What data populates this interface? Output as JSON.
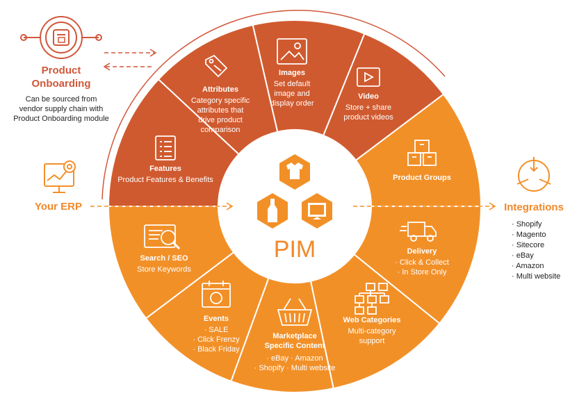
{
  "colors": {
    "dark_orange": "#d05a2f",
    "orange": "#f29028",
    "border": "#ffffff",
    "accent_text": "#f0892a",
    "onboarding_red": "#d0573a"
  },
  "center": {
    "label": "PIM",
    "icons": [
      "tshirt-icon",
      "bottle-icon",
      "tv-icon"
    ]
  },
  "segments": [
    {
      "id": "features",
      "title": "Features",
      "lines": [
        "Product Features & Benefits"
      ],
      "icon": "checklist-icon"
    },
    {
      "id": "attributes",
      "title": "Attributes",
      "lines": [
        "Category specific",
        "attributes that",
        "drive product",
        "comparison"
      ],
      "icon": "tags-icon"
    },
    {
      "id": "images",
      "title": "Images",
      "lines": [
        "Set default",
        "image and",
        "display order"
      ],
      "icon": "image-icon"
    },
    {
      "id": "video",
      "title": "Video",
      "lines": [
        "Store + share",
        "product videos"
      ],
      "icon": "play-icon"
    },
    {
      "id": "product-groups",
      "title": "Product Groups",
      "lines": [],
      "icon": "boxes-icon"
    },
    {
      "id": "delivery",
      "title": "Delivery",
      "lines": [
        "· Click & Collect",
        "· In Store Only"
      ],
      "icon": "truck-icon"
    },
    {
      "id": "web-categories",
      "title": "Web Categories",
      "lines": [
        "Multi-category",
        "support"
      ],
      "icon": "sitemap-icon"
    },
    {
      "id": "marketplace",
      "title": "Marketplace",
      "title2": "Specific Content",
      "lines": [
        "· eBay · Amazon",
        "· Shopify · Multi website"
      ],
      "icon": "basket-icon"
    },
    {
      "id": "events",
      "title": "Events",
      "lines": [
        "· SALE",
        "· Click Frenzy",
        "· Black Friday"
      ],
      "icon": "calendar-icon"
    },
    {
      "id": "search-seo",
      "title": "Search / SEO",
      "lines": [
        "Store Keywords"
      ],
      "icon": "search-page-icon"
    }
  ],
  "onboarding": {
    "title1": "Product",
    "title2": "Onboarding",
    "lines": [
      "Can be sourced from",
      "vendor supply chain with",
      "Product Onboarding module"
    ]
  },
  "erp": {
    "label": "Your ERP"
  },
  "integrations": {
    "label": "Integrations",
    "items": [
      "· Shopify",
      "· Magento",
      "· Sitecore",
      "· eBay",
      "· Amazon",
      "· Multi website"
    ]
  }
}
